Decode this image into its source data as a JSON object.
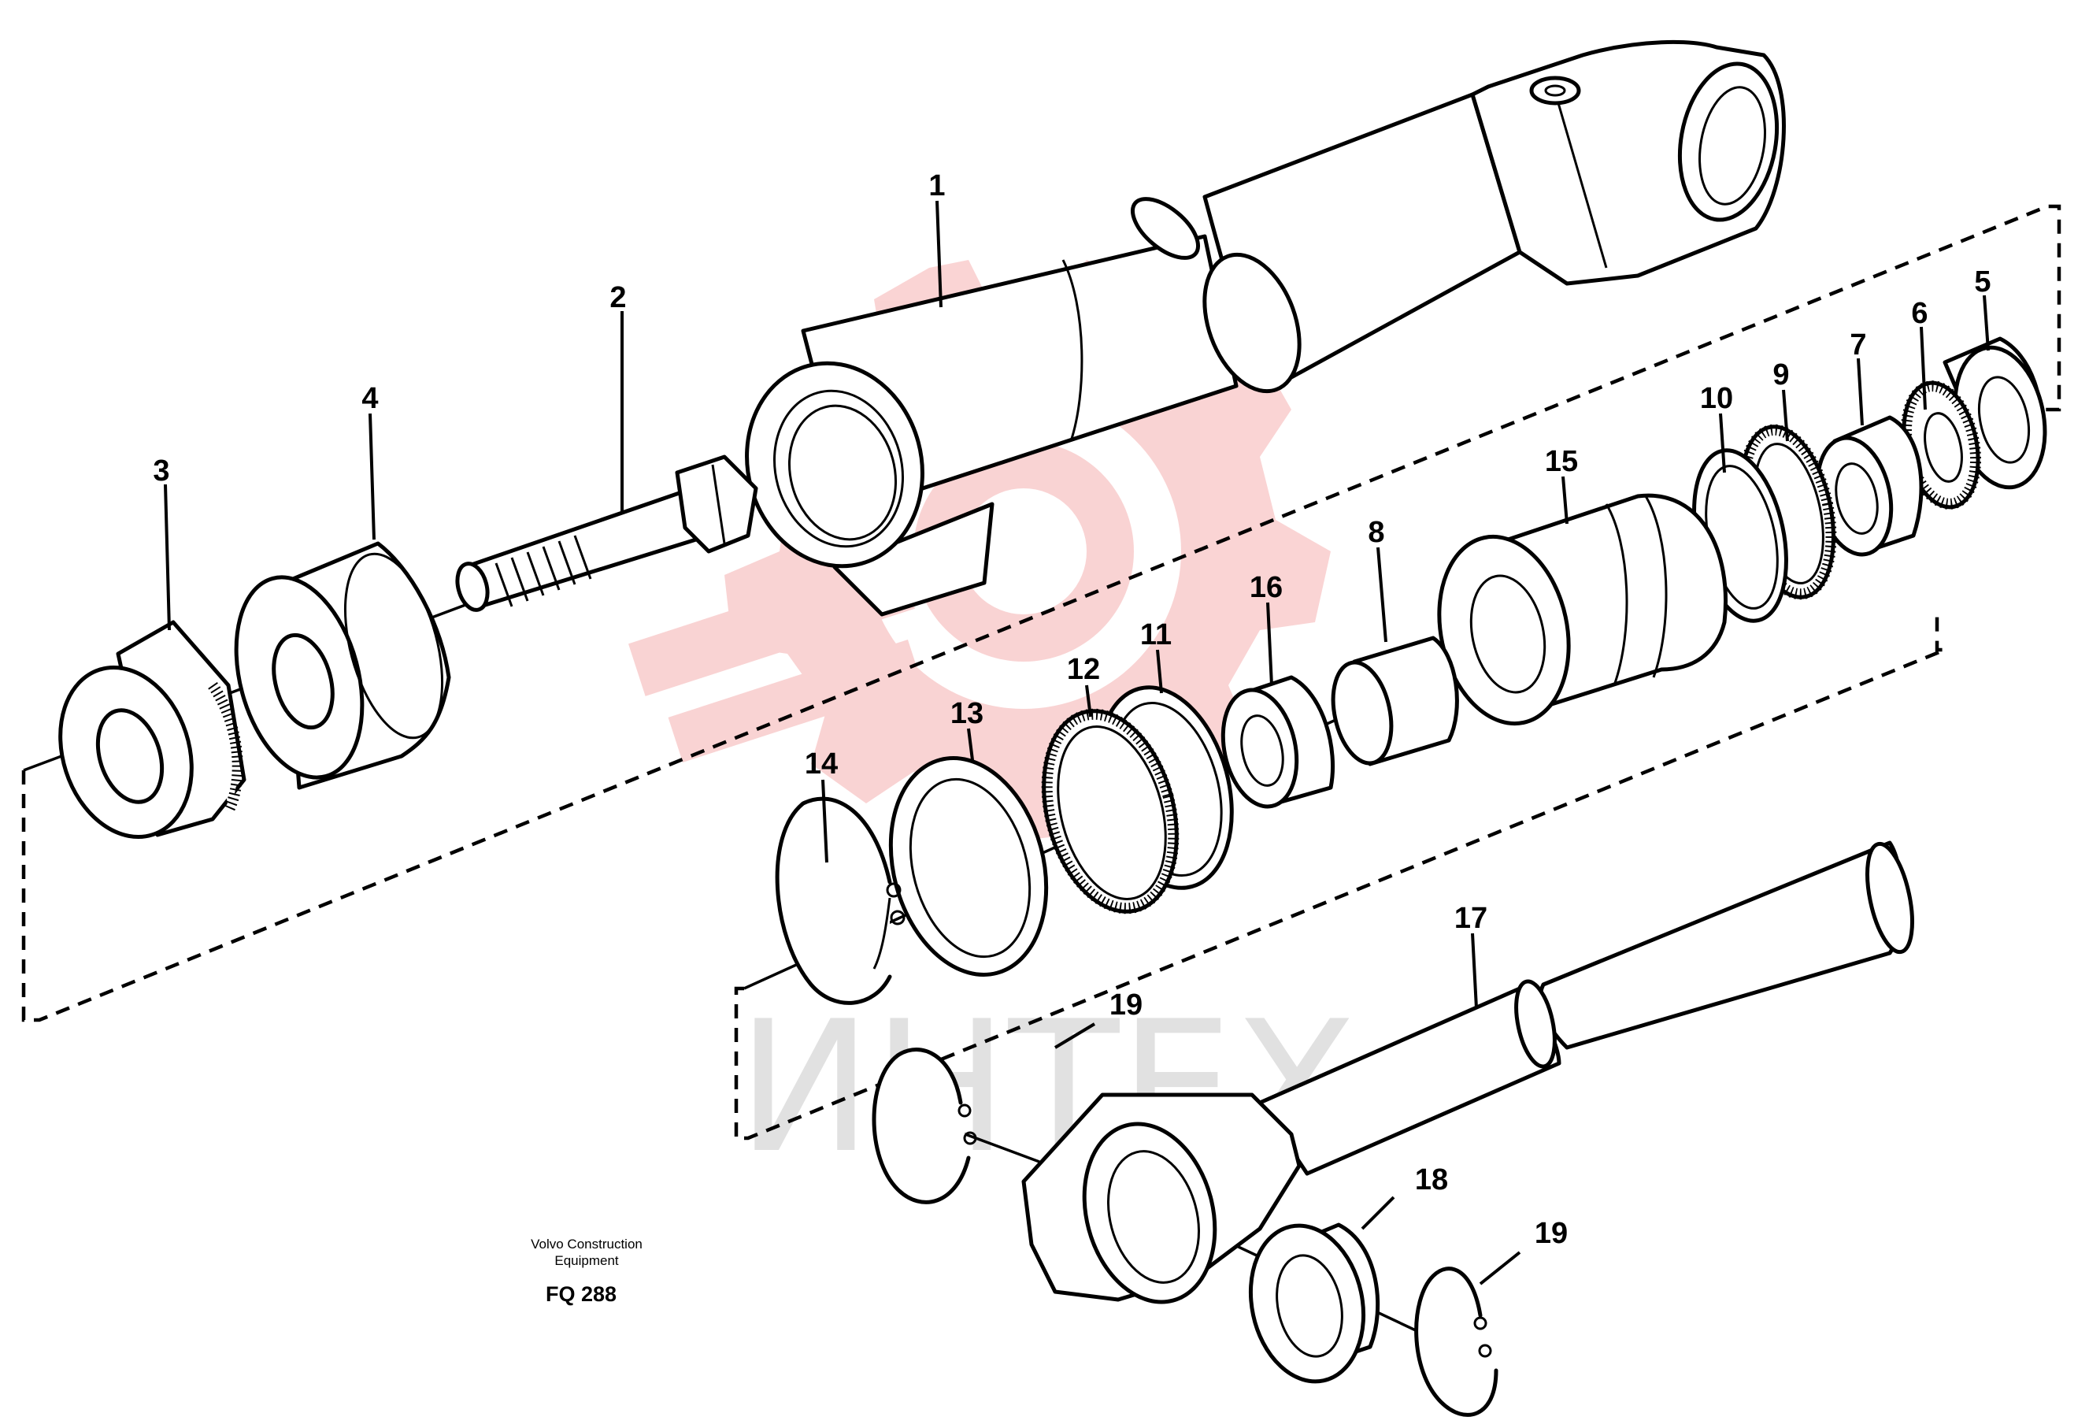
{
  "colors": {
    "line": "#000000",
    "watermark_gear": "#f3a0a0",
    "watermark_text": "#d8d8d8"
  },
  "watermark": {
    "text": "ИНТЕХ"
  },
  "caption": {
    "line1": "Volvo Construction",
    "line2": "Equipment",
    "figure_code": "FQ 288"
  },
  "callouts": {
    "c1": "1",
    "c2": "2",
    "c3": "3",
    "c4": "4",
    "c5": "5",
    "c6": "6",
    "c7": "7",
    "c8": "8",
    "c9": "9",
    "c10": "10",
    "c11": "11",
    "c12": "12",
    "c13": "13",
    "c14": "14",
    "c15": "15",
    "c16": "16",
    "c17": "17",
    "c18": "18",
    "c19a": "19",
    "c19b": "19"
  }
}
